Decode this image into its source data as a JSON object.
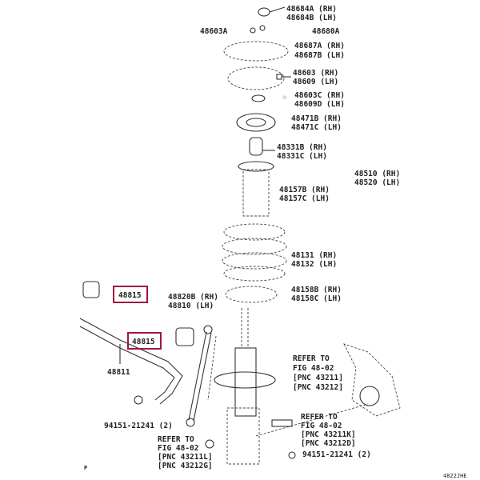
{
  "diagram": {
    "figure_code": "4822JHE",
    "page_marker": "P",
    "labels": {
      "upper_mount_nut": [
        "48684A (RH)",
        "48684B (LH)"
      ],
      "nut_left": "48603A",
      "nut_right": "48680A",
      "dust_seal": [
        "48687A (RH)",
        "48687B (LH)"
      ],
      "support_assy": [
        "48603 (RH)",
        "48609 (LH)"
      ],
      "collar": [
        "48603C (RH)",
        "48609D (LH)"
      ],
      "upper_seat": [
        "48471B (RH)",
        "48471C (LH)"
      ],
      "bumper": [
        "48331B (RH)",
        "48331C (LH)"
      ],
      "shock_absorber": [
        "48510 (RH)",
        "48520 (LH)"
      ],
      "boot": [
        "48157B (RH)",
        "48157C (LH)"
      ],
      "coil_spring": [
        "48131 (RH)",
        "48132 (LH)"
      ],
      "lower_insulator": [
        "48158B (RH)",
        "48158C (LH)"
      ],
      "bushing_highlight_1": "48815",
      "bushing_highlight_2": "48815",
      "stabilizer_link": [
        "48820B (RH)",
        "48810 (LH)"
      ],
      "stabilizer_bar": "48811",
      "bolt_left": "94151-21241 (2)",
      "bolt_right": "94151-21241 (2)",
      "refer_knuckle": [
        "REFER TO",
        "FIG 48-02",
        "[PNC 43211]",
        "[PNC 43212]"
      ],
      "refer_right_bolt": [
        "REFER TO",
        "FIG 48-02",
        "[PNC 43211K]",
        "[PNC 43212D]"
      ],
      "refer_left_bolt": [
        "REFER TO",
        "FIG 48-02",
        "[PNC 43211L]",
        "[PNC 43212G]"
      ]
    },
    "highlight_color": "#a0183a"
  }
}
